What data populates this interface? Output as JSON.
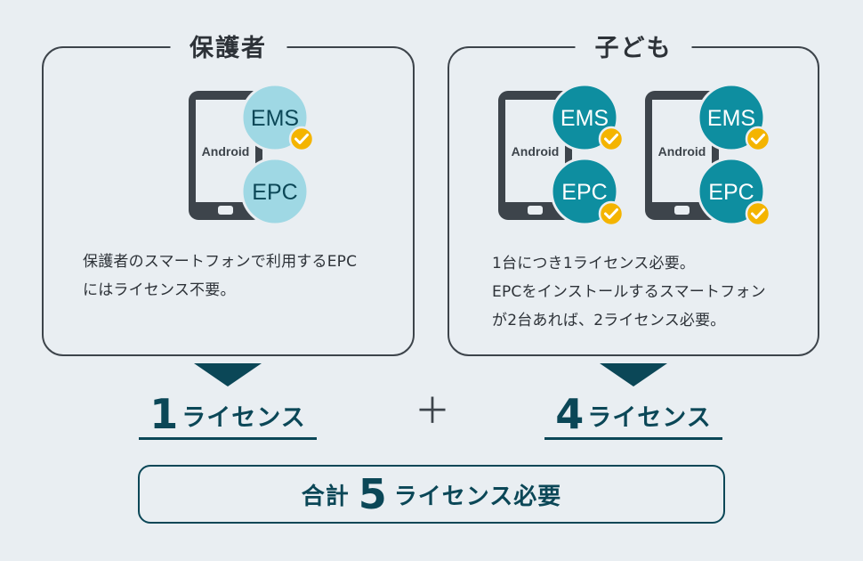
{
  "parent": {
    "title": "保護者",
    "phone_label": "Android",
    "ems_label": "EMS",
    "epc_label": "EPC",
    "description": "保護者のスマートフォンで利用するEPC\nにはライセンス不要。",
    "license_count": "1",
    "license_unit": "ライセンス"
  },
  "child": {
    "title": "子ども",
    "phone_label": "Android",
    "ems_label": "EMS",
    "epc_label": "EPC",
    "description": "1台につき1ライセンス必要。\nEPCをインストールするスマートフォン\nが2台あれば、2ライセンス必要。",
    "license_count": "4",
    "license_unit": "ライセンス"
  },
  "plus_sign": "＋",
  "total": {
    "prefix": "合計",
    "count": "5",
    "suffix": "ライセンス必要"
  },
  "icons": {
    "phone": "smartphone-icon",
    "check": "check-badge-icon"
  },
  "colors": {
    "dark_teal": "#0b4757",
    "teal": "#0e8ea0",
    "light_blue": "#9fd8e4",
    "check_yellow": "#f4b400",
    "outline": "#3d444b",
    "background": "#e9eef2"
  }
}
